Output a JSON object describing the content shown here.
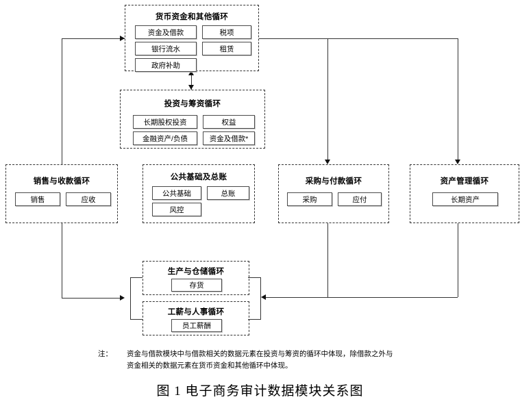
{
  "figure": {
    "caption": "图 1  电子商务审计数据模块关系图",
    "note_label": "注：",
    "note_line1": "资金与借款模块中与借款相关的数据元素在投资与筹资的循环中体现，除借款之外与",
    "note_line2": "资金相关的数据元素在货币资金和其他循环中体现。"
  },
  "modules": {
    "monetary": {
      "title": "货币资金和其他循环",
      "items": [
        "资金及借款",
        "税项",
        "银行流水",
        "租赁",
        "政府补助"
      ]
    },
    "investment": {
      "title": "投资与筹资循环",
      "items": [
        "长期股权投资",
        "权益",
        "金融资产/负债",
        "资金及借款*"
      ]
    },
    "sales": {
      "title": "销售与收款循环",
      "items": [
        "销售",
        "应收"
      ]
    },
    "common": {
      "title": "公共基础及总账",
      "items": [
        "公共基础",
        "总账",
        "风控"
      ]
    },
    "purchase": {
      "title": "采购与付款循环",
      "items": [
        "采购",
        "应付"
      ]
    },
    "asset": {
      "title": "资产管理循环",
      "items": [
        "长期资产"
      ]
    },
    "production": {
      "title": "生产与仓储循环",
      "items": [
        "存货"
      ]
    },
    "payroll": {
      "title": "工薪与人事循环",
      "items": [
        "员工薪酬"
      ]
    }
  },
  "colors": {
    "module_border": "#333333",
    "item_border": "#4a4a4a",
    "connector": "#333333",
    "background": "#ffffff"
  }
}
